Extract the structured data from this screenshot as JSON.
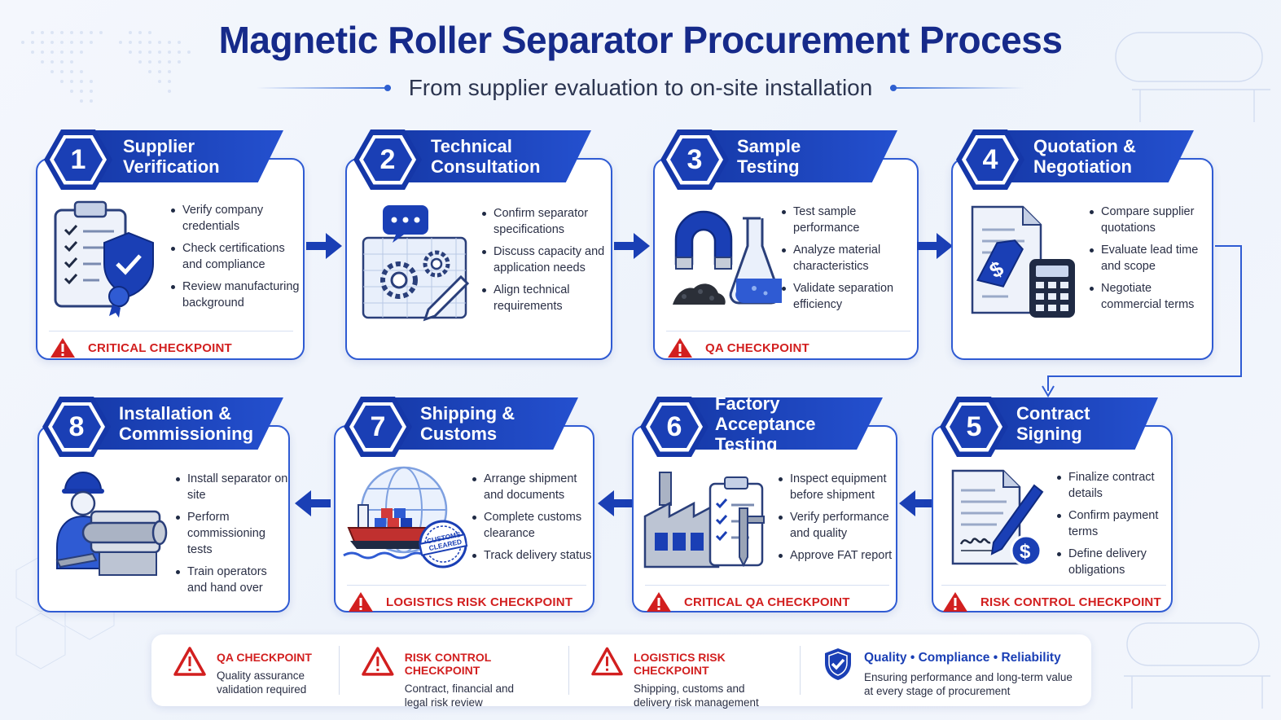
{
  "header": {
    "title": "Magnetic Roller Separator Procurement Process",
    "subtitle": "From supplier evaluation to on-site installation"
  },
  "steps": [
    {
      "number": "1",
      "title": "Supplier\nVerification",
      "bullets": [
        "Verify company credentials",
        "Check certifications and compliance",
        "Review manufacturing background"
      ],
      "checkpoint": "CRITICAL CHECKPOINT",
      "icon": "clipboard-shield-icon"
    },
    {
      "number": "2",
      "title": "Technical\nConsultation",
      "bullets": [
        "Confirm separator specifications",
        "Discuss capacity and application needs",
        "Align technical requirements"
      ],
      "checkpoint": "",
      "icon": "blueprint-gears-icon"
    },
    {
      "number": "3",
      "title": "Sample\nTesting",
      "bullets": [
        "Test sample performance",
        "Analyze material characteristics",
        "Validate separation efficiency"
      ],
      "checkpoint": "QA CHECKPOINT",
      "icon": "magnet-flask-icon"
    },
    {
      "number": "4",
      "title": "Quotation &\nNegotiation",
      "bullets": [
        "Compare supplier quotations",
        "Evaluate lead time and scope",
        "Negotiate commercial terms"
      ],
      "checkpoint": "",
      "icon": "price-tag-calculator-icon"
    },
    {
      "number": "5",
      "title": "Contract\nSigning",
      "bullets": [
        "Finalize contract details",
        "Confirm payment terms",
        "Define delivery obligations"
      ],
      "checkpoint": "RISK CONTROL CHECKPOINT",
      "icon": "contract-pen-icon"
    },
    {
      "number": "6",
      "title": "Factory Acceptance\nTesting",
      "bullets": [
        "Inspect equipment before shipment",
        "Verify performance and quality",
        "Approve FAT report"
      ],
      "checkpoint": "CRITICAL QA CHECKPOINT",
      "icon": "factory-checklist-icon"
    },
    {
      "number": "7",
      "title": "Shipping &\nCustoms",
      "bullets": [
        "Arrange shipment and documents",
        "Complete customs clearance",
        "Track delivery status"
      ],
      "checkpoint": "LOGISTICS RISK CHECKPOINT",
      "icon": "ship-globe-icon",
      "stamp": "CUSTOMS CLEARED"
    },
    {
      "number": "8",
      "title": "Installation &\nCommissioning",
      "bullets": [
        "Install separator on site",
        "Perform commissioning tests",
        "Train operators and hand over"
      ],
      "checkpoint": "",
      "icon": "worker-roller-icon"
    }
  ],
  "legend": [
    {
      "head": "QA CHECKPOINT",
      "desc": "Quality assurance\nvalidation required",
      "icon": "warning-icon"
    },
    {
      "head": "RISK CONTROL CHECKPOINT",
      "desc": "Contract, financial and\nlegal risk review",
      "icon": "warning-icon"
    },
    {
      "head": "LOGISTICS RISK CHECKPOINT",
      "desc": "Shipping, customs and\ndelivery risk management",
      "icon": "warning-icon"
    },
    {
      "head": "Quality • Compliance • Reliability",
      "desc": "Ensuring performance and long-term value\nat every stage of procurement",
      "icon": "shield-check-icon"
    }
  ],
  "colors": {
    "primary": "#1a3fb5",
    "accent": "#2f5bd3",
    "warning": "#d21f1f",
    "background": "#f4f7fd"
  }
}
